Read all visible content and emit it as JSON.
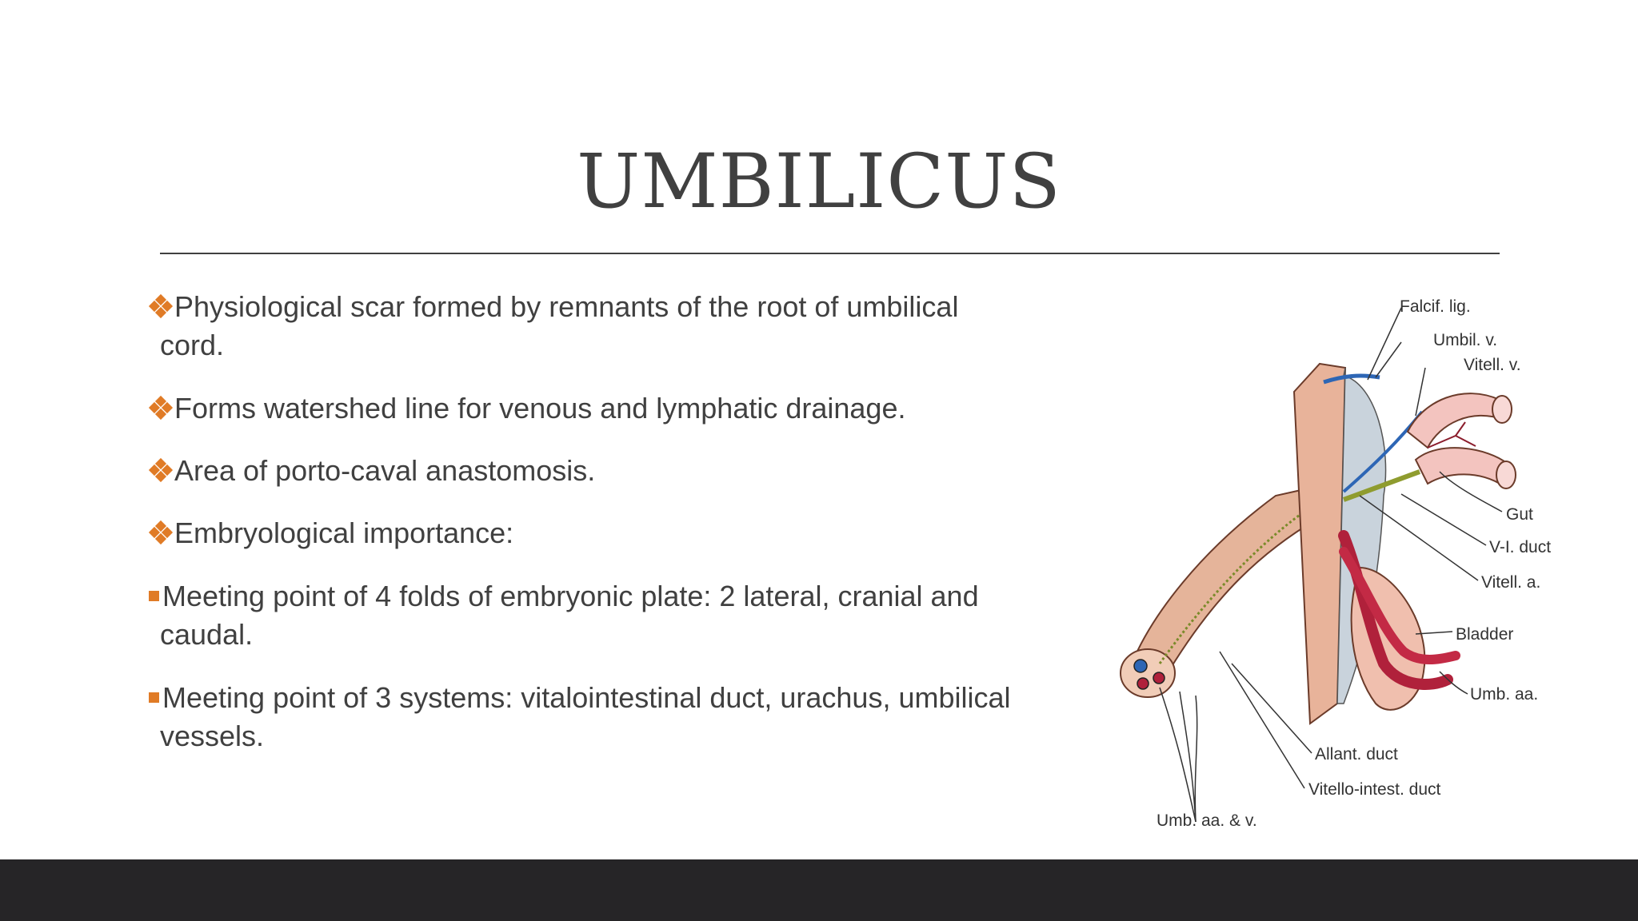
{
  "slide": {
    "title": "UMBILICUS",
    "bullets": [
      {
        "style": "diamond",
        "text": "Physiological scar formed by remnants of the root of umbilical",
        "continuation": "cord."
      },
      {
        "style": "diamond",
        "text": "Forms watershed line for venous and lymphatic drainage.",
        "continuation": ""
      },
      {
        "style": "diamond",
        "text": "Area of porto-caval anastomosis.",
        "continuation": ""
      },
      {
        "style": "diamond",
        "text": "Embryological importance:",
        "continuation": ""
      },
      {
        "style": "square",
        "text": "Meeting point of 4 folds of embryonic plate: 2 lateral, cranial and",
        "continuation": "caudal."
      },
      {
        "style": "square",
        "text": "Meeting point of 3 systems: vitalointestinal duct, urachus, umbilical",
        "continuation": "vessels."
      }
    ]
  },
  "figure": {
    "labels": {
      "falcif": "Falcif. lig.",
      "umbil_v": "Umbil. v.",
      "vitell_v": "Vitell. v.",
      "gut": "Gut",
      "vi_duct": "V-I. duct",
      "vitell_a": "Vitell. a.",
      "bladder": "Bladder",
      "umb_aa": "Umb. aa.",
      "allant": "Allant. duct",
      "vitello_intest": "Vitello-intest. duct",
      "umb_aa_v": "Umb. aa. & v."
    }
  },
  "colors": {
    "title": "#404040",
    "text": "#404040",
    "bullet": "#e07b26",
    "footer": "#262527"
  }
}
